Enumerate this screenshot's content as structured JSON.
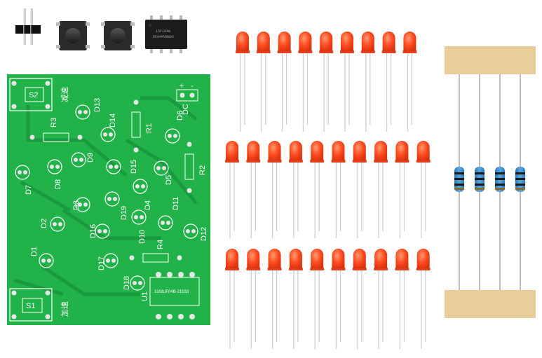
{
  "pcb": {
    "labels": {
      "S2": "S2",
      "S1": "S1",
      "DC": "DC",
      "plus": "+",
      "minus": "-",
      "R1": "R1",
      "R2": "R2",
      "R3": "R3",
      "R4": "R4",
      "U1": "U1",
      "D1": "D1",
      "D2": "D2",
      "D3": "D3",
      "D4": "D4",
      "D5": "D5",
      "D6": "D6",
      "D7": "D7",
      "D8": "D8",
      "D9": "D9",
      "D10": "D10",
      "D11": "D11",
      "D12": "D12",
      "D13": "D13",
      "D14": "D14",
      "D15": "D15",
      "D16": "D16",
      "D17": "D17",
      "D18": "D18",
      "D19": "D19",
      "slow_down": "减速",
      "speed_up": "加速",
      "chip_mark": "3108JF04B-21033"
    }
  },
  "chip": {
    "marking_line1": "15F104W",
    "marking_line2": "DC04MVWW0X"
  },
  "colors": {
    "pcb_green": "#22b24a",
    "led_red": "#ff4a1f",
    "resistor_blue": "#3a8fd0",
    "tape": "#e8cf9a"
  }
}
